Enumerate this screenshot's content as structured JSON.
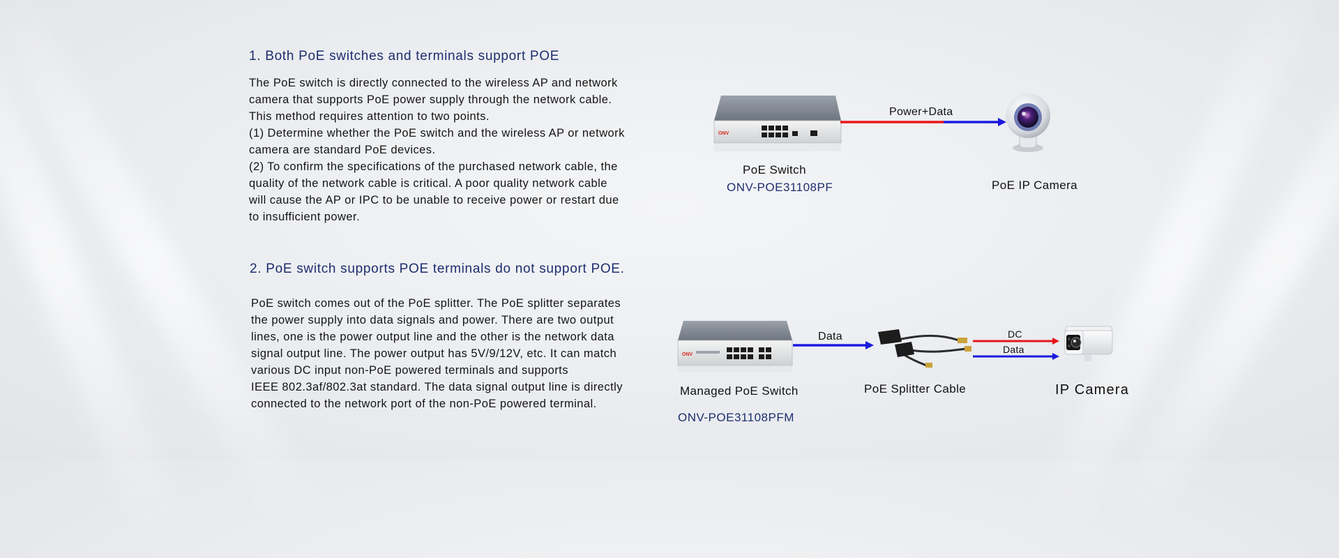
{
  "section1": {
    "heading": "1. Both PoE switches and terminals support POE",
    "lines": [
      "The PoE switch is directly connected to the wireless AP and network",
      "camera that supports PoE power supply through the network cable.",
      "This method requires attention to two points.",
      "(1) Determine whether the PoE switch and the wireless AP or network",
      "camera are standard PoE devices.",
      "(2) To confirm the specifications of the purchased network cable, the",
      "quality of the network cable is critical. A poor quality network cable",
      "will cause the AP or IPC to be unable to receive power or restart due",
      "to insufficient power."
    ],
    "diagram": {
      "switch_label": "PoE Switch",
      "switch_model": "ONV-POE31108PF",
      "arrow_label": "Power+Data",
      "camera_label": "PoE IP Camera",
      "switch_brand": "ONV"
    }
  },
  "section2": {
    "heading": "2. PoE switch supports POE terminals do not support POE.",
    "lines": [
      "PoE switch comes out of the PoE splitter. The PoE splitter separates",
      "the power supply into data signals and power. There are two output",
      "lines, one is the power output line and the other is the network data",
      "signal output line. The power output has 5V/9/12V, etc. It can match",
      "various DC input non-PoE powered terminals and supports",
      "IEEE 802.3af/802.3at standard. The data signal output line is directly",
      "connected to the network port of the non-PoE powered terminal."
    ],
    "diagram": {
      "switch_label": "Managed PoE Switch",
      "switch_model": "ONV-POE31108PFM",
      "data_arrow_label": "Data",
      "splitter_label": "PoE Splitter Cable",
      "dc_label": "DC",
      "data_label2": "Data",
      "camera_label": "IP Camera",
      "switch_brand": "ONV"
    }
  },
  "colors": {
    "heading": "#1d2e6e",
    "power_line": "#e8161b",
    "data_line": "#1a1adf"
  }
}
